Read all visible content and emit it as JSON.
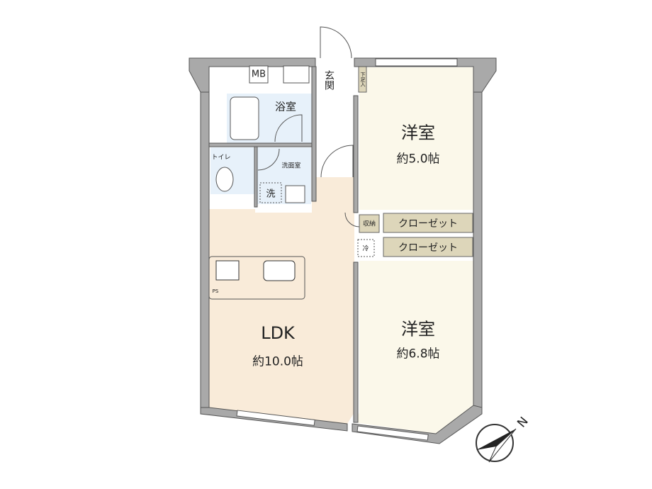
{
  "colors": {
    "wall": "#a9a9a9",
    "wall_edge": "#555555",
    "ldk": "#f9ebd9",
    "bedroom": "#fbf8ea",
    "wet": "#e7f1fa",
    "closet": "#ddd6ba"
  },
  "rooms": {
    "bedroom1": {
      "name": "洋室",
      "size": "約5.0帖"
    },
    "bedroom2": {
      "name": "洋室",
      "size": "約6.8帖"
    },
    "ldk": {
      "name": "LDK",
      "size": "約10.0帖"
    },
    "bath": {
      "name": "浴室"
    },
    "toilet": {
      "name": "トイレ"
    },
    "washroom": {
      "name": "洗面室"
    },
    "entrance": {
      "name": "玄関"
    },
    "shoe_storage": {
      "name": "下足入"
    },
    "storage": {
      "name": "収納"
    },
    "closet1": {
      "name": "クローゼット"
    },
    "closet2": {
      "name": "クローゼット"
    },
    "fridge": {
      "name": "冷"
    },
    "washer": {
      "name": "洗"
    },
    "mb": {
      "name": "MB"
    },
    "ps": {
      "name": "PS"
    }
  },
  "compass": {
    "label": "N"
  }
}
